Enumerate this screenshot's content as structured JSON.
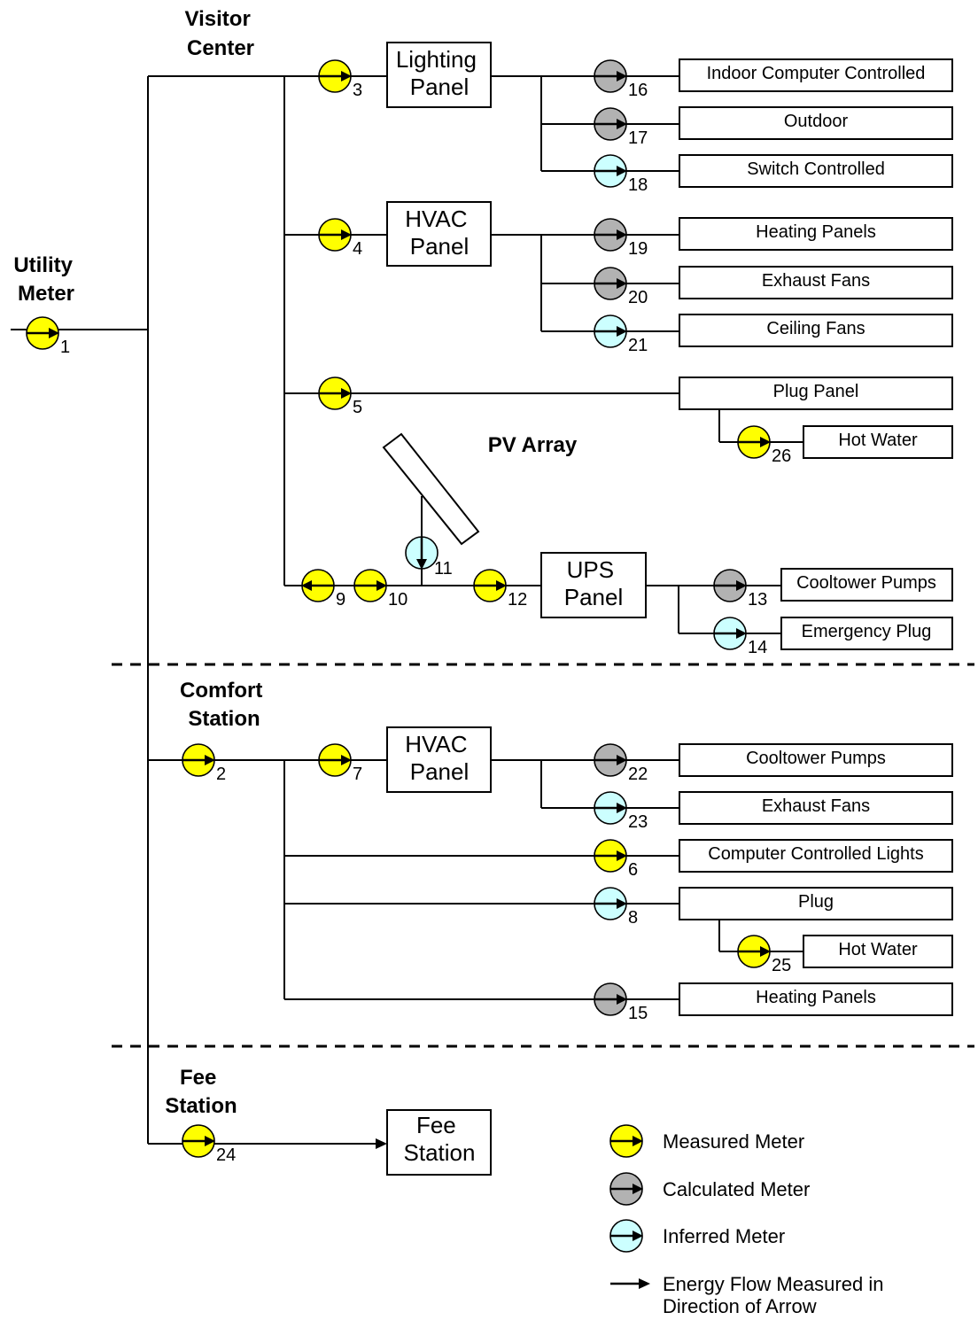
{
  "sections": {
    "visitor_center": [
      "Visitor",
      "Center"
    ],
    "utility_meter": [
      "Utility",
      "Meter"
    ],
    "comfort_station": [
      "Comfort",
      "Station"
    ],
    "fee_station": [
      "Fee",
      "Station"
    ],
    "pv_array": "PV Array"
  },
  "panels": {
    "lighting": [
      "Lighting",
      "Panel"
    ],
    "hvac_vc": [
      "HVAC",
      "Panel"
    ],
    "ups": [
      "UPS",
      "Panel"
    ],
    "hvac_cs": [
      "HVAC",
      "Panel"
    ],
    "fee_station": [
      "Fee",
      "Station"
    ]
  },
  "loads": {
    "indoor_computer_controlled": "Indoor Computer Controlled",
    "outdoor": "Outdoor",
    "switch_controlled": "Switch Controlled",
    "heating_panels_vc": "Heating Panels",
    "exhaust_fans_vc": "Exhaust Fans",
    "ceiling_fans": "Ceiling Fans",
    "plug_panel": "Plug Panel",
    "hot_water_vc": "Hot Water",
    "cooltower_pumps_ups": "Cooltower Pumps",
    "emergency_plug": "Emergency Plug",
    "cooltower_pumps_cs": "Cooltower Pumps",
    "exhaust_fans_cs": "Exhaust Fans",
    "computer_controlled_lights": "Computer Controlled Lights",
    "plug_cs": "Plug",
    "hot_water_cs": "Hot Water",
    "heating_panels_cs": "Heating Panels"
  },
  "meters": {
    "m1": {
      "label": "1",
      "type": "measured"
    },
    "m2": {
      "label": "2",
      "type": "measured"
    },
    "m3": {
      "label": "3",
      "type": "measured"
    },
    "m4": {
      "label": "4",
      "type": "measured"
    },
    "m5": {
      "label": "5",
      "type": "measured"
    },
    "m6": {
      "label": "6",
      "type": "measured"
    },
    "m7": {
      "label": "7",
      "type": "measured"
    },
    "m8": {
      "label": "8",
      "type": "inferred"
    },
    "m9": {
      "label": "9",
      "type": "measured"
    },
    "m10": {
      "label": "10",
      "type": "measured"
    },
    "m11": {
      "label": "11",
      "type": "inferred"
    },
    "m12": {
      "label": "12",
      "type": "measured"
    },
    "m13": {
      "label": "13",
      "type": "calculated"
    },
    "m14": {
      "label": "14",
      "type": "inferred"
    },
    "m15": {
      "label": "15",
      "type": "calculated"
    },
    "m16": {
      "label": "16",
      "type": "calculated"
    },
    "m17": {
      "label": "17",
      "type": "calculated"
    },
    "m18": {
      "label": "18",
      "type": "inferred"
    },
    "m19": {
      "label": "19",
      "type": "calculated"
    },
    "m20": {
      "label": "20",
      "type": "calculated"
    },
    "m21": {
      "label": "21",
      "type": "inferred"
    },
    "m22": {
      "label": "22",
      "type": "calculated"
    },
    "m23": {
      "label": "23",
      "type": "inferred"
    },
    "m24": {
      "label": "24",
      "type": "measured"
    },
    "m25": {
      "label": "25",
      "type": "measured"
    },
    "m26": {
      "label": "26",
      "type": "measured"
    }
  },
  "legend": {
    "measured": "Measured Meter",
    "calculated": "Calculated Meter",
    "inferred": "Inferred Meter",
    "flow": [
      "Energy Flow Measured in",
      "Direction of Arrow"
    ]
  },
  "colors": {
    "measured": "#ffff00",
    "calculated": "#b2b2b2",
    "inferred": "#ccffff",
    "line": "#000000"
  }
}
